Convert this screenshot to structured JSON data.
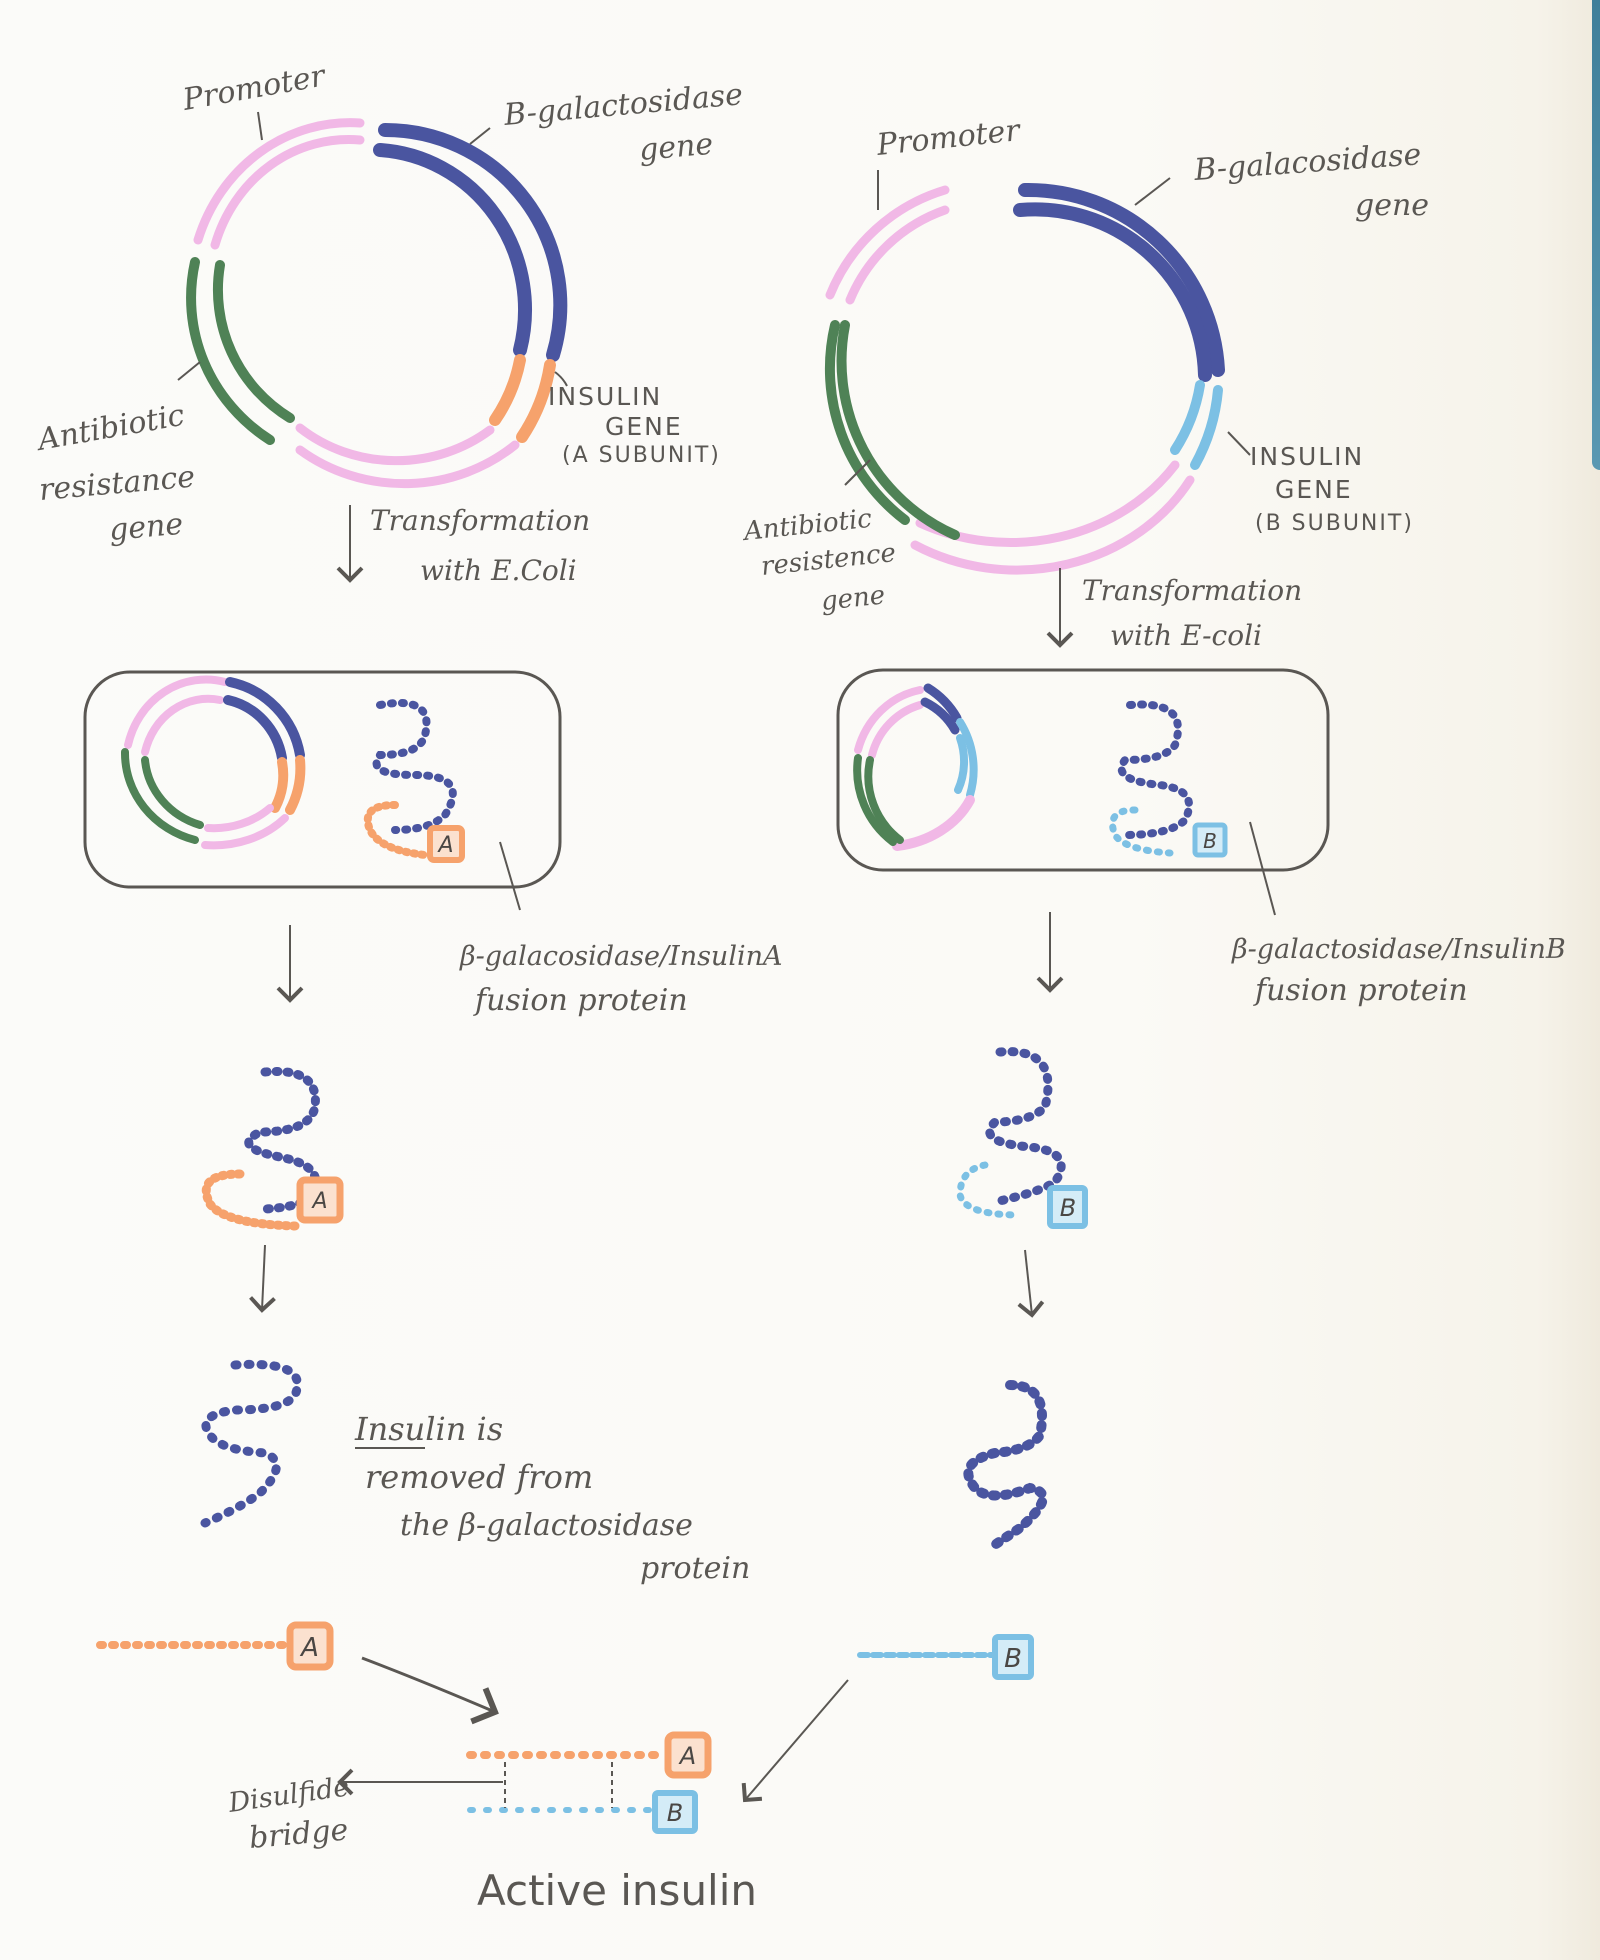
{
  "colors": {
    "promoter_pink": "#f1b8e6",
    "bgal_navy": "#4a55a0",
    "insulin_a_orange": "#f6a26c",
    "insulin_b_blue": "#7cc0e4",
    "antibiotic_green": "#4f8256",
    "ink": "#5a5753"
  },
  "left_pathway": {
    "plasmid": {
      "promoter_label": "Promoter",
      "bgal_label_line1": "B-galactosidase",
      "bgal_label_line2": "gene",
      "insulin_label_line1": "INSULIN",
      "insulin_label_line2": "GENE",
      "insulin_label_line3": "(A SUBUNIT)",
      "antibiotic_label_line1": "Antibiotic",
      "antibiotic_label_line2": "resistance",
      "antibiotic_label_line3": "gene"
    },
    "transformation_line1": "Transformation",
    "transformation_line2": "with E.Coli",
    "cell_subunit_tag": "A",
    "fusion_label_line1": "β-galacosidase/InsulinA",
    "fusion_label_line2": "fusion protein",
    "expressed_subunit_tag": "A",
    "removal_label_line1": "Insulin is",
    "removal_label_line2": "removed from",
    "removal_label_line3": "the β-galactosidase",
    "removal_label_line4": "protein"
  },
  "right_pathway": {
    "plasmid": {
      "promoter_label": "Promoter",
      "bgal_label_line1": "B-galacosidase",
      "bgal_label_line2": "gene",
      "insulin_label_line1": "INSULIN",
      "insulin_label_line2": "GENE",
      "insulin_label_line3": "(B SUBUNIT)",
      "antibiotic_label_line1": "Antibiotic",
      "antibiotic_label_line2": "resistence",
      "antibiotic_label_line3": "gene"
    },
    "transformation_line1": "Transformation",
    "transformation_line2": "with E-coli",
    "cell_subunit_tag": "B",
    "fusion_label_line1": "β-galactosidase/InsulinB",
    "fusion_label_line2": "fusion protein",
    "expressed_subunit_tag": "B"
  },
  "assembly": {
    "chain_a_tag": "A",
    "chain_b_tag": "B",
    "active_a_tag": "A",
    "active_b_tag": "B",
    "disulfide_label_line1": "Disulfide",
    "disulfide_label_line2": "bridge",
    "result_label": "Active insulin"
  }
}
